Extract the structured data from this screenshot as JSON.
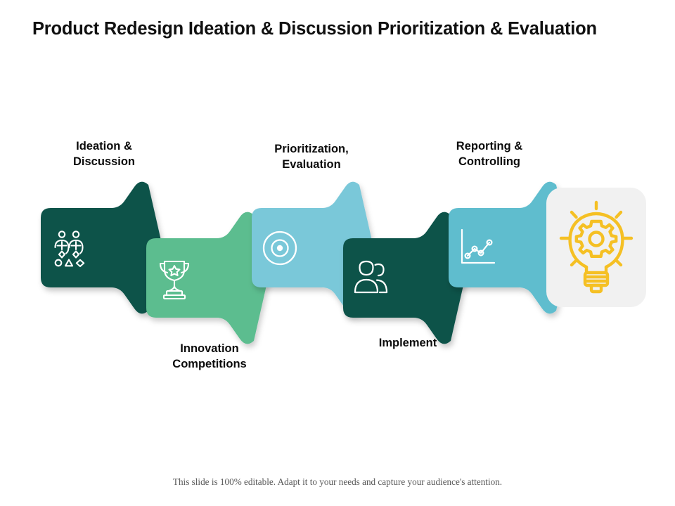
{
  "slide": {
    "title": "Product Redesign Ideation & Discussion Prioritization & Evaluation",
    "footer_note": "This slide is 100% editable. Adapt it to your needs and capture your audience's attention.",
    "background_color": "#ffffff"
  },
  "palette": {
    "dark_teal": "#0c5349",
    "green": "#5cbd8f",
    "light_blue": "#7ac8d9",
    "sky_blue": "#5fbdce",
    "card_background": "#f1f1f1",
    "bulb_yellow": "#f5c024",
    "title_text": "#101010",
    "footer_text": "#585858"
  },
  "steps": [
    {
      "index": 1,
      "label": "Ideation &\nDiscussion",
      "color": "#0c5349",
      "icon": "brainstorming-people-icon",
      "label_position": "above"
    },
    {
      "index": 2,
      "label": "Innovation\nCompetitions",
      "color": "#5cbd8f",
      "icon": "trophy-icon",
      "label_position": "below"
    },
    {
      "index": 3,
      "label": "Prioritization,\nEvaluation",
      "color": "#7ac8d9",
      "icon": "target-bullseye-icon",
      "label_position": "above"
    },
    {
      "index": 4,
      "label": "Implement",
      "color": "#0c5349",
      "icon": "users-group-icon",
      "label_position": "below"
    },
    {
      "index": 5,
      "label": "Reporting &\nControlling",
      "color": "#5fbdce",
      "icon": "line-chart-icon",
      "label_position": "above"
    }
  ],
  "result": {
    "icon": "lightbulb-gear-icon",
    "color": "#f5c024"
  }
}
